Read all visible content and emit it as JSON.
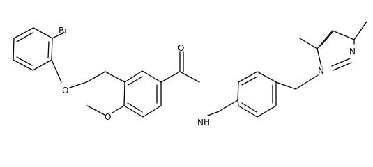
{
  "structure": {
    "atoms": {
      "br": "Br",
      "o_ether": "O",
      "o_methoxy": "O",
      "o_carbonyl": "O",
      "nh": "NH",
      "n1": "N",
      "n2": "N"
    }
  }
}
